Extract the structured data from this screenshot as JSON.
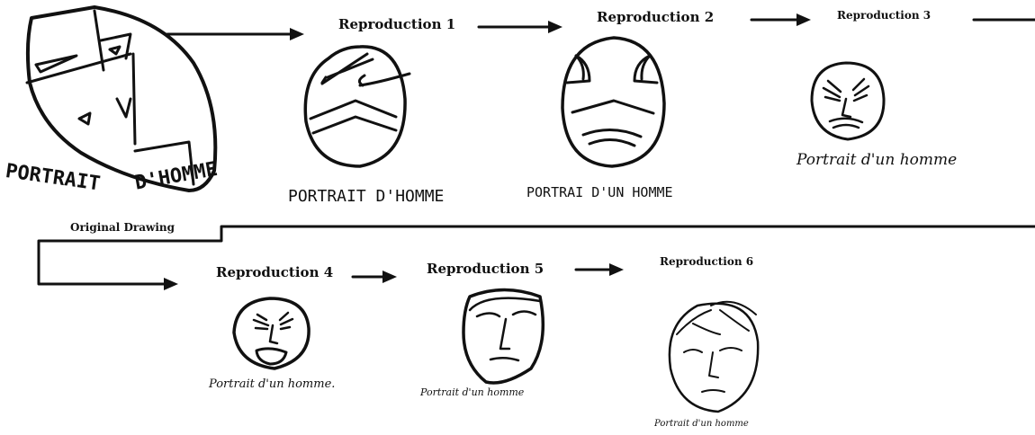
{
  "labels": {
    "original": "Original Drawing",
    "rep1": "Reproduction 1",
    "rep2": "Reproduction 2",
    "rep3": "Reproduction 3",
    "rep4": "Reproduction 4",
    "rep5": "Reproduction 5",
    "rep6": "Reproduction 6"
  },
  "captions": {
    "original_line1": "PORTRAIT",
    "original_line2": "D'HOMME",
    "rep1": "PORTRAIT D'HOMME",
    "rep2": "PORTRAI D'UN HOMME",
    "rep3": "Portrait d'un homme",
    "rep4": "Portrait d'un homme.",
    "rep5": "Portrait d'un homme",
    "rep6": "Portrait d'un homme"
  }
}
